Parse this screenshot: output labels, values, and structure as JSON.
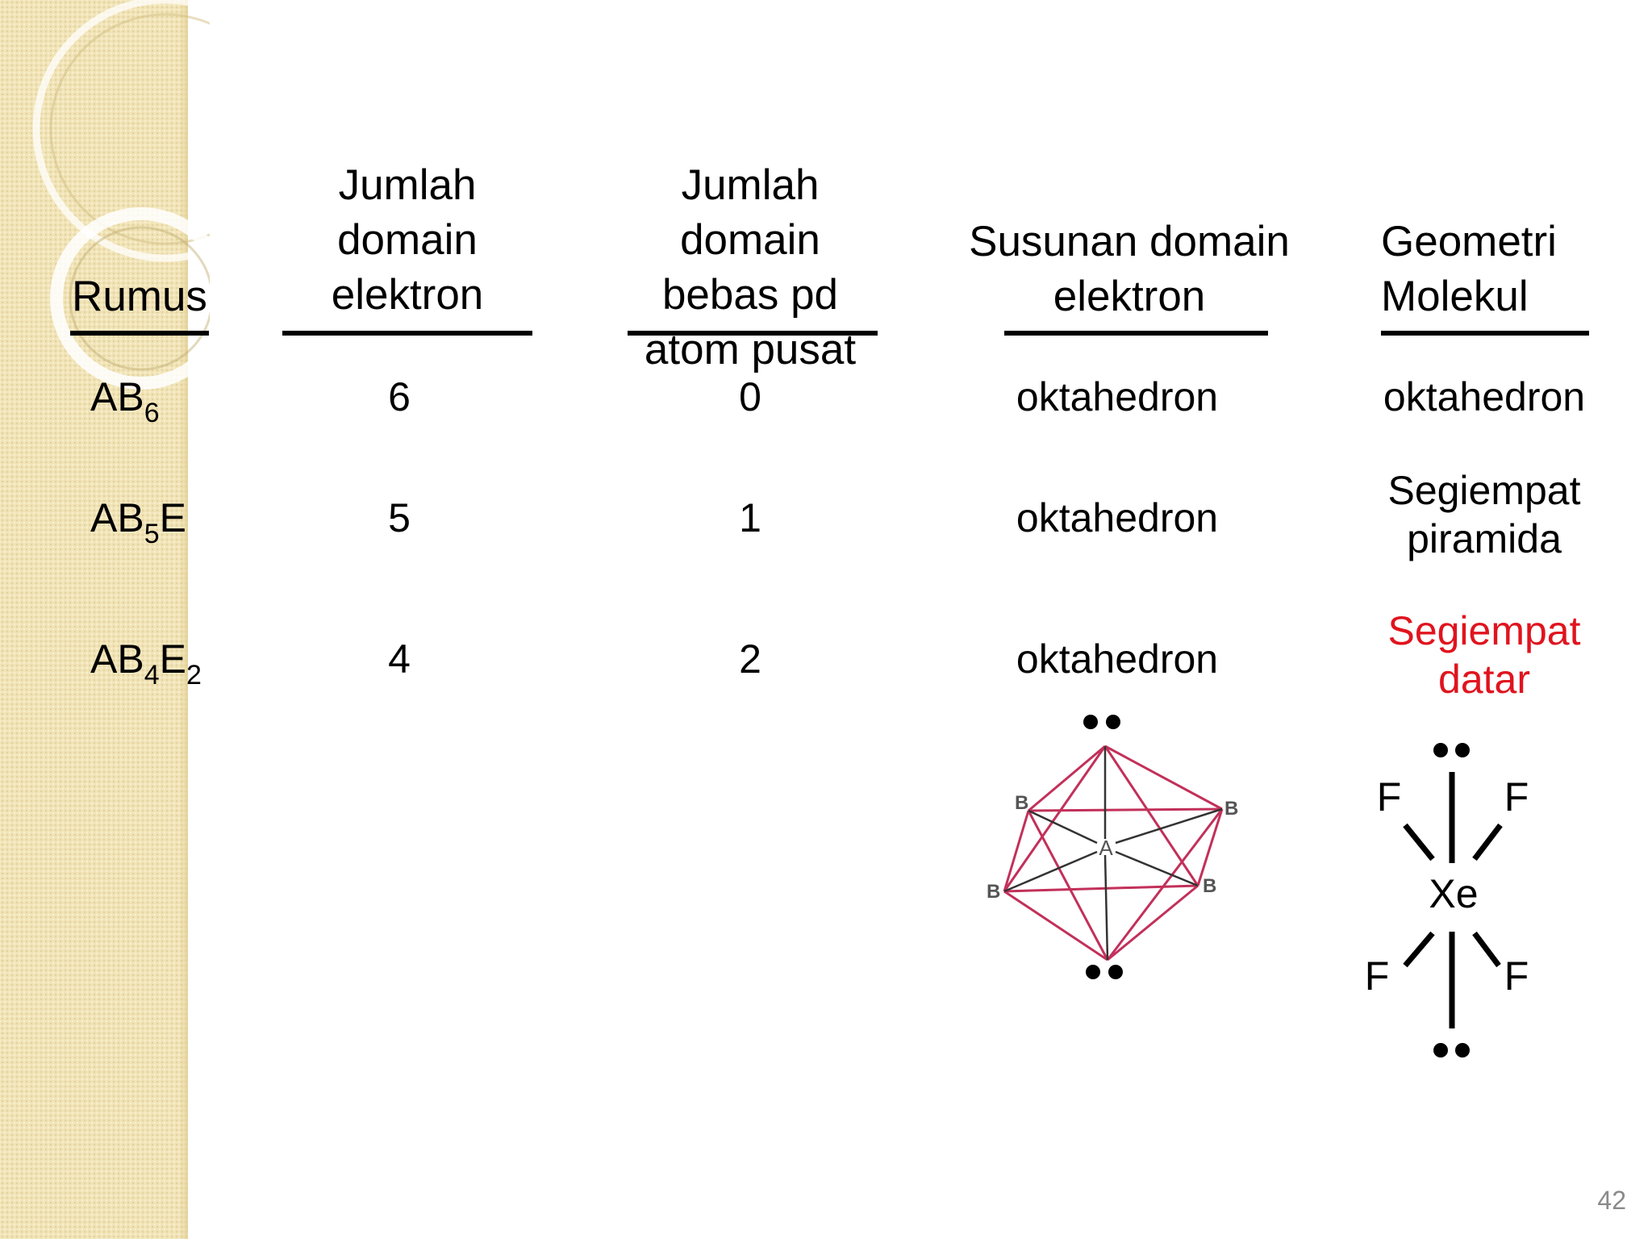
{
  "headers": {
    "rumus": "Rumus",
    "jumlah_domain_elektron": [
      "Jumlah",
      "domain",
      "elektron"
    ],
    "jumlah_domain_bebas": [
      "Jumlah",
      "domain",
      "bebas pd",
      "atom pusat"
    ],
    "susunan_domain": [
      "Susunan domain",
      "elektron"
    ],
    "geometri_molekul": [
      "Geometri",
      "Molekul"
    ]
  },
  "rows": [
    {
      "rumus": {
        "base": "AB",
        "sub1": "6",
        "mid": "",
        "sub2": ""
      },
      "domain_elektron": "6",
      "domain_bebas": "0",
      "susunan": "oktahedron",
      "geometri": [
        "oktahedron"
      ]
    },
    {
      "rumus": {
        "base": "AB",
        "sub1": "5",
        "mid": "E",
        "sub2": ""
      },
      "domain_elektron": "5",
      "domain_bebas": "1",
      "susunan": "oktahedron",
      "geometri": [
        "Segiempat",
        "piramida"
      ]
    },
    {
      "rumus": {
        "base": "AB",
        "sub1": "4",
        "mid": "E",
        "sub2": "2"
      },
      "domain_elektron": "4",
      "domain_bebas": "2",
      "susunan": "oktahedron",
      "geometri": [
        "Segiempat",
        "datar"
      ]
    }
  ],
  "octahedron_diagram": {
    "center_label": "A",
    "vertex_label": "B",
    "edge_color": "#c2305a"
  },
  "xef4_diagram": {
    "center_label": "Xe",
    "ligand_label": "F"
  },
  "colors": {
    "highlight": "#e0141e",
    "sidebar": "#f1e4b8"
  },
  "page_number": "42"
}
